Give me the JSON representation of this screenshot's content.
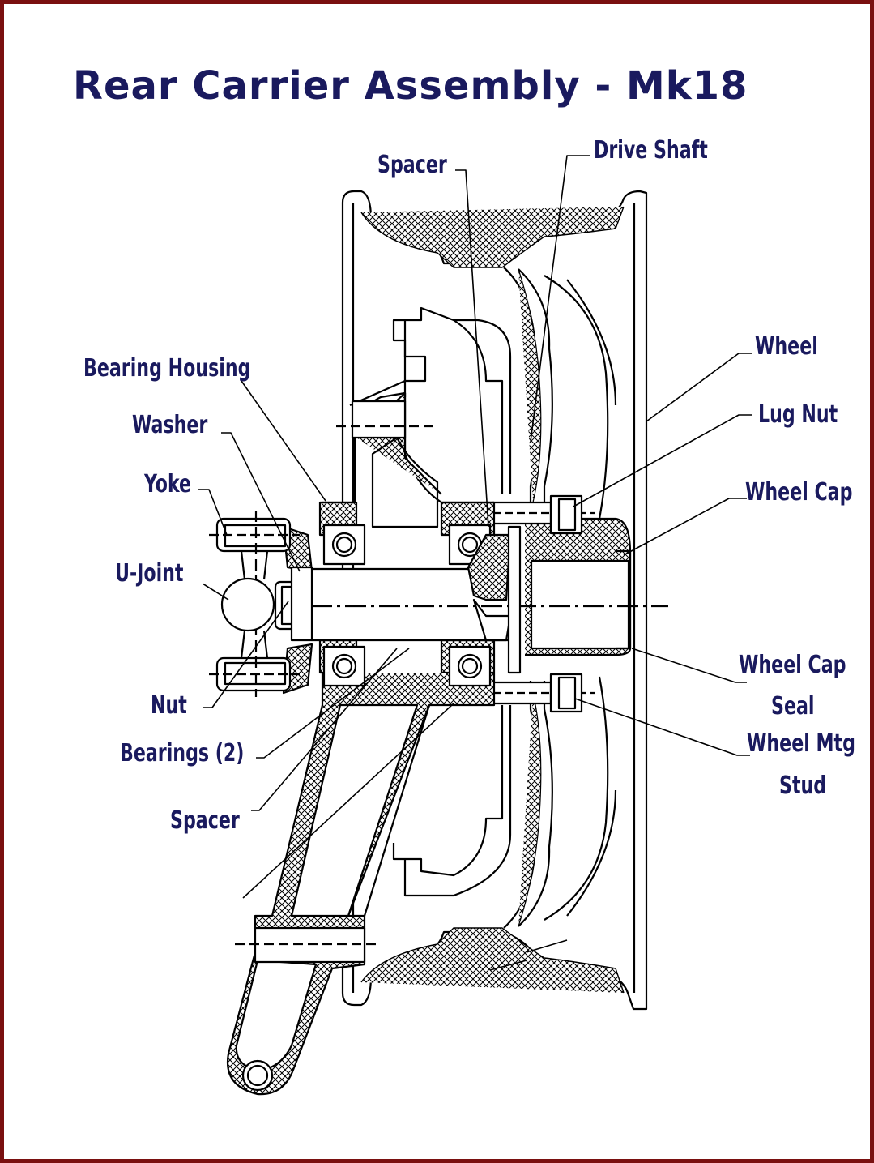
{
  "title": "Rear Carrier Assembly - Mk18",
  "labels": {
    "spacer_top": "Spacer",
    "drive_shaft": "Drive Shaft",
    "wheel": "Wheel",
    "bearing_housing": "Bearing Housing",
    "lug_nut": "Lug Nut",
    "washer": "Washer",
    "wheel_cap": "Wheel Cap",
    "yoke": "Yoke",
    "u_joint": "U-Joint",
    "wheel_cap_seal_1": "Wheel Cap",
    "wheel_cap_seal_2": "Seal",
    "nut": "Nut",
    "wheel_mtg_stud_1": "Wheel Mtg",
    "wheel_mtg_stud_2": "Stud",
    "bearings": "Bearings (2)",
    "spacer_bottom": "Spacer"
  },
  "colors": {
    "frame": "#7a1010",
    "text": "#1a1a5e",
    "line": "#000000"
  }
}
